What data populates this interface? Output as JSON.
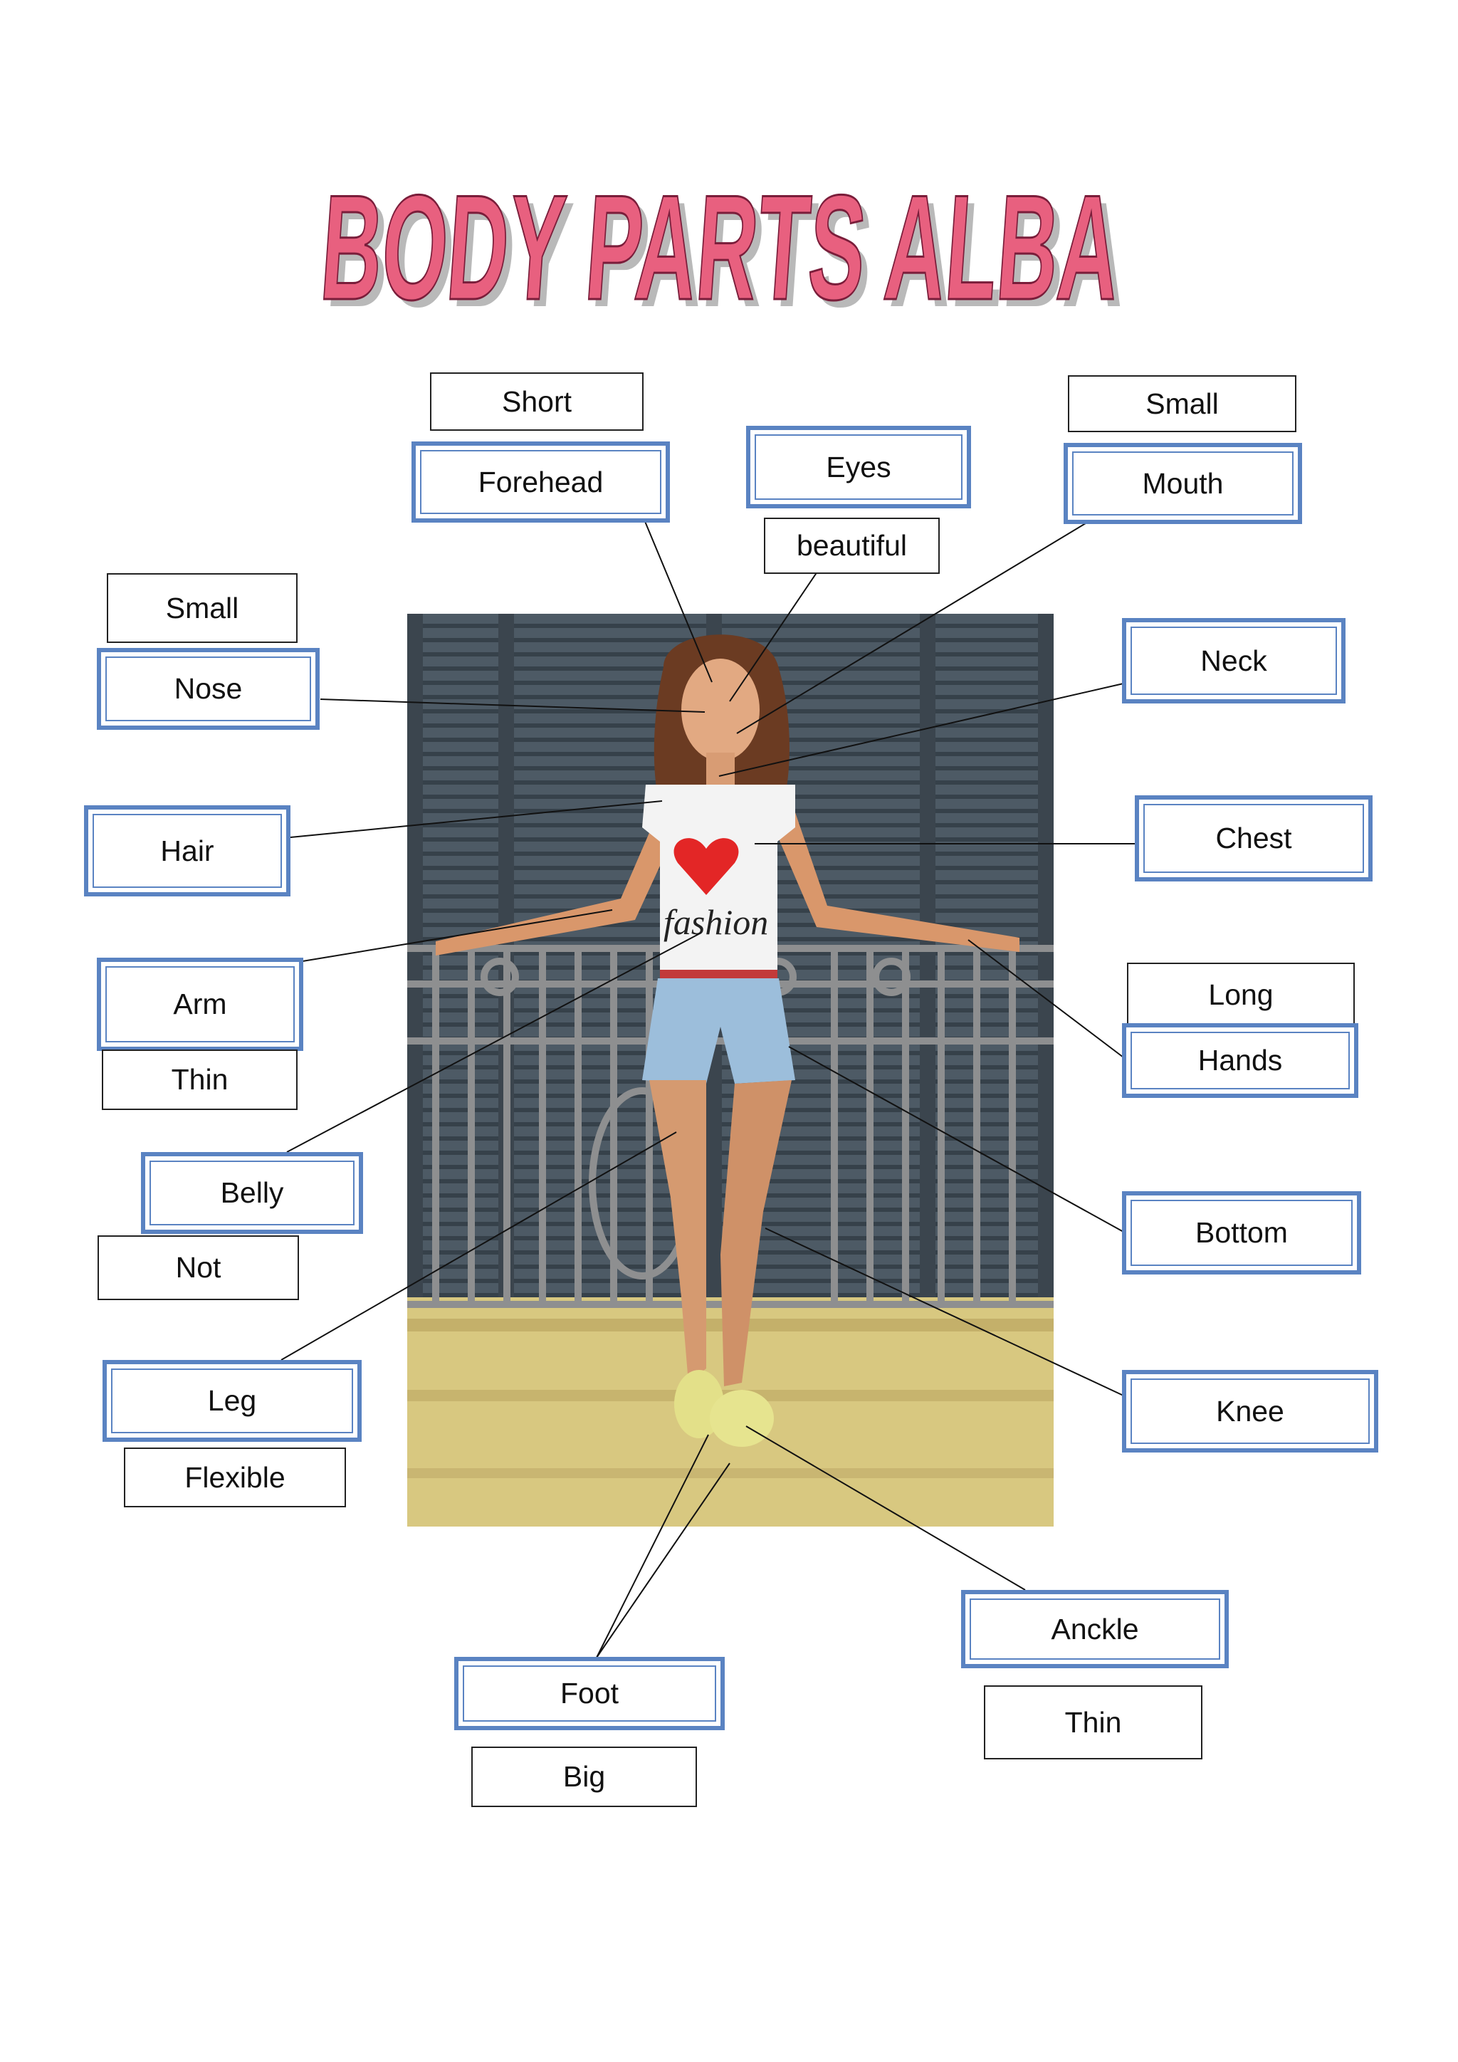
{
  "title": "BODY PARTS ALBA",
  "colors": {
    "title_fill": "#e8607f",
    "title_shadow": "#b9b9b9",
    "label_blue": "#5a83c2"
  },
  "tshirt": {
    "text": "fashion"
  },
  "labels": {
    "short": "Short",
    "forehead": "Forehead",
    "eyes": "Eyes",
    "beautiful": "beautiful",
    "small_mouth": "Small",
    "mouth": "Mouth",
    "small_nose": "Small",
    "nose": "Nose",
    "neck": "Neck",
    "hair": "Hair",
    "chest": "Chest",
    "arm": "Arm",
    "thin_arm": "Thin",
    "long": "Long",
    "hands": "Hands",
    "belly": "Belly",
    "not": "Not",
    "bottom": "Bottom",
    "leg": "Leg",
    "flexible": "Flexible",
    "knee": "Knee",
    "anckle": "Anckle",
    "thin_anckle": "Thin",
    "foot": "Foot",
    "big": "Big"
  }
}
